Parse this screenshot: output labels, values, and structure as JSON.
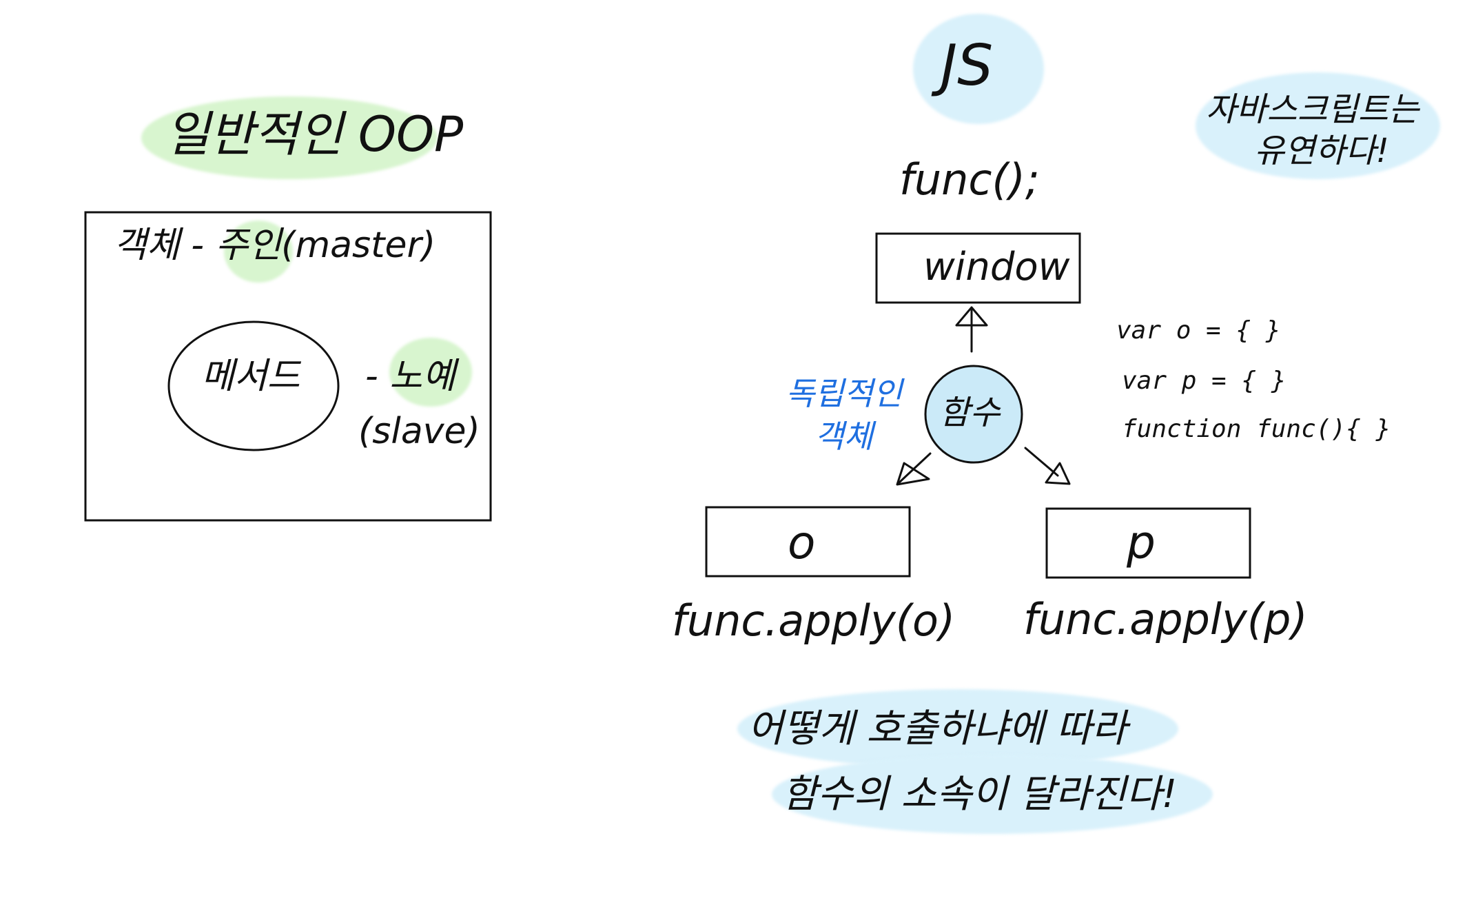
{
  "colors": {
    "ink": "#111111",
    "blue_ink": "#1f6fe0",
    "green_highlight": "#d8f5cf",
    "blue_highlight": "#d9f1fb",
    "circle_fill": "#cbeaf8"
  },
  "left": {
    "title": "일반적인 OOP",
    "object_label": "객체 - 주인(master)",
    "method_label": "메서드",
    "slave_label": "- 노예",
    "slave_en": "(slave)"
  },
  "right": {
    "title": "JS",
    "note_line1": "자바스크립트는",
    "note_line2": "유연하다!",
    "call": "func();",
    "window_box": "window",
    "function_circle": "함수",
    "independent_object": "독립적인\n객체",
    "box_o": "o",
    "box_p": "p",
    "apply_o": "func.apply(o)",
    "apply_p": "func.apply(p)",
    "code_lines": [
      "var o = {  }",
      "var p = {  }",
      "function func(){ }"
    ],
    "conclusion_line1": "어떻게 호출하냐에 따라",
    "conclusion_line2": "함수의 소속이 달라진다!"
  }
}
